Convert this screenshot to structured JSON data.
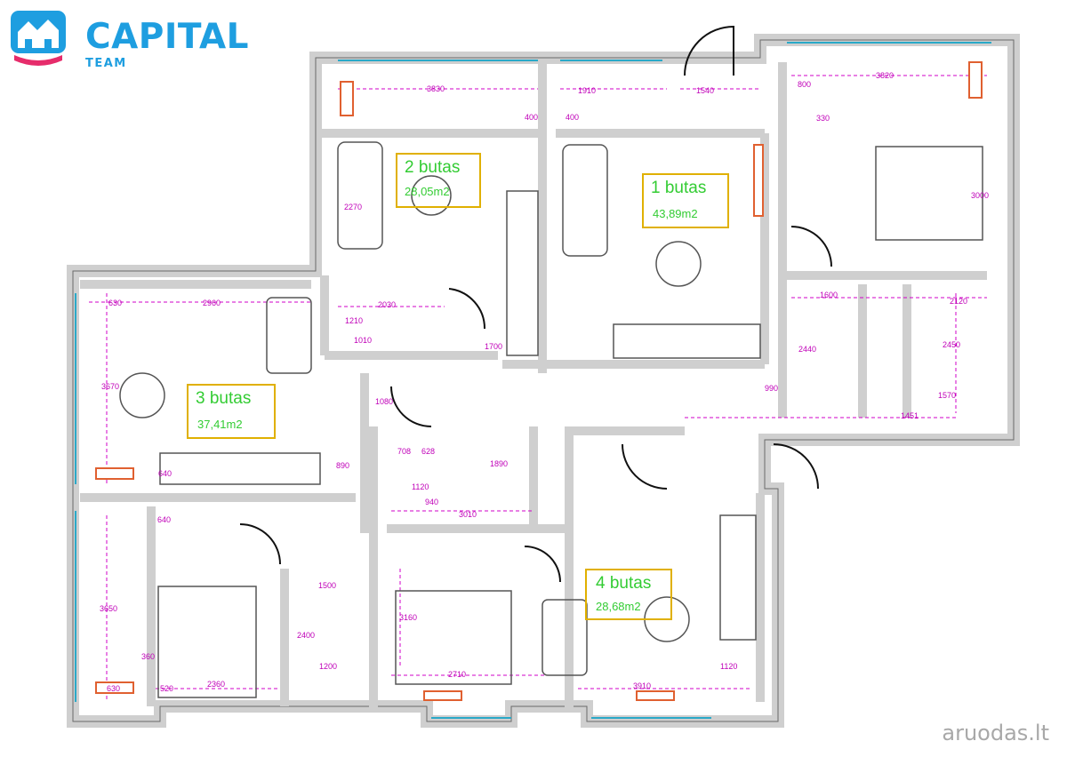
{
  "brand": {
    "name": "CAPITAL",
    "sub": "TEAM",
    "color": "#1e9ee0",
    "accent": "#e62c6b"
  },
  "watermark": "aruodas.lt",
  "colors": {
    "wall": "#cfcfcf",
    "wall_edge": "#6a6a6a",
    "dimension": "#d000c8",
    "label_text": "#33cc33",
    "label_box": "#e0b000",
    "radiator": "#e06030"
  },
  "apartments": [
    {
      "name": "1 butas",
      "area": "43,89m2"
    },
    {
      "name": "2 butas",
      "area": "28,05m2"
    },
    {
      "name": "3 butas",
      "area": "37,41m2"
    },
    {
      "name": "4 butas",
      "area": "28,68m2"
    }
  ],
  "dimensions": [
    "3830",
    "1910",
    "1540",
    "3820",
    "800",
    "400",
    "400",
    "330",
    "3000",
    "2270",
    "2030",
    "1210",
    "1010",
    "1700",
    "1600",
    "2120",
    "2450",
    "1570",
    "990",
    "2440",
    "1451",
    "630",
    "2960",
    "3670",
    "1080",
    "1890",
    "708",
    "628",
    "890",
    "1120",
    "3010",
    "940",
    "640",
    "360",
    "3650",
    "1500",
    "2400",
    "1200",
    "2360",
    "520",
    "630",
    "3160",
    "2710",
    "3910",
    "1120",
    "640"
  ]
}
